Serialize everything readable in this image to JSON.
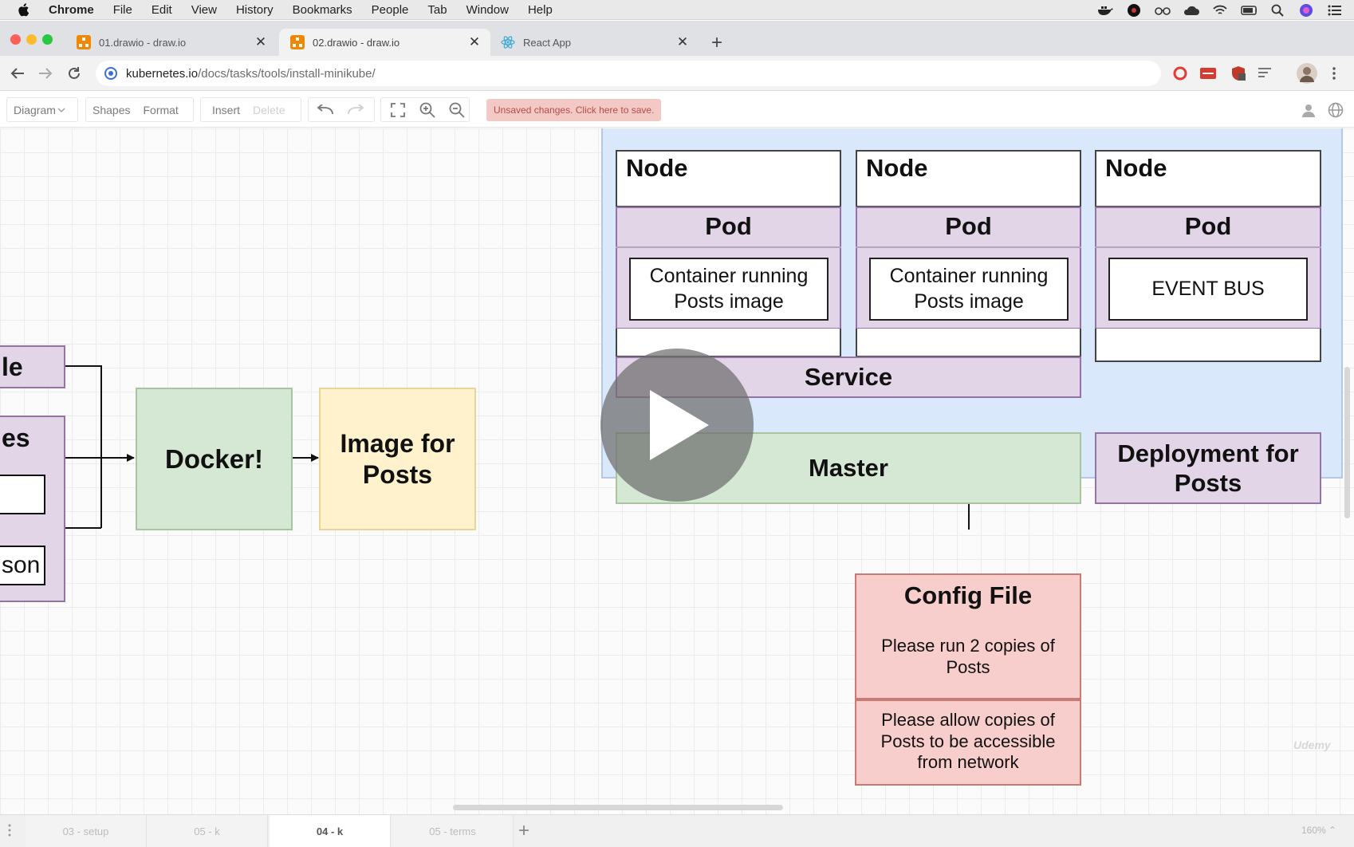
{
  "os_menubar": {
    "app_name": "Chrome",
    "items": [
      "File",
      "Edit",
      "View",
      "History",
      "Bookmarks",
      "People",
      "Tab",
      "Window",
      "Help"
    ]
  },
  "browser": {
    "tabs": [
      {
        "title": "01.drawio - draw.io",
        "favicon": "drawio-icon",
        "active": false
      },
      {
        "title": "02.drawio - draw.io",
        "favicon": "drawio-icon",
        "active": true
      },
      {
        "title": "React App",
        "favicon": "react-icon",
        "active": false
      }
    ],
    "url_host": "kubernetes.io",
    "url_path": "/docs/tasks/tools/install-minikube/"
  },
  "toolbar": {
    "diagram_label": "Diagram",
    "shapes_label": "Shapes",
    "format_label": "Format",
    "insert_label": "Insert",
    "delete_label": "Delete",
    "unsaved_notice": "Unsaved changes. Click here to save."
  },
  "diagram": {
    "left_partial": {
      "top_fragment": "le",
      "mid_fragment": "es",
      "bottom_fragment": "son"
    },
    "docker": "Docker!",
    "image_for_posts": "Image for Posts",
    "nodes": [
      {
        "node_label": "Node",
        "pod_label": "Pod",
        "container_label": "Container running Posts image"
      },
      {
        "node_label": "Node",
        "pod_label": "Pod",
        "container_label": "Container running Posts image"
      },
      {
        "node_label": "Node",
        "pod_label": "Pod",
        "container_label": "EVENT BUS"
      }
    ],
    "service": "Service",
    "master": "Master",
    "deployment": "Deployment for Posts",
    "config_file": {
      "title": "Config File",
      "rows": [
        "Please run 2 copies of Posts",
        "Please allow copies of Posts to be accessible from network"
      ]
    }
  },
  "page_tabs": [
    {
      "label": "03 - setup",
      "active": false
    },
    {
      "label": "05 - k",
      "active": false
    },
    {
      "label": "04 - k",
      "active": true
    },
    {
      "label": "05 - terms",
      "active": false
    }
  ],
  "zoom": "160%",
  "watermark": "Udemy",
  "colors": {
    "purple_fill": "#e1d5e7",
    "green_fill": "#d5e8d4",
    "yellow_fill": "#fff2cc",
    "red_fill": "#f8cecc",
    "cluster_fill": "#dae8fc",
    "unsaved_bg": "#f3c9c5"
  }
}
